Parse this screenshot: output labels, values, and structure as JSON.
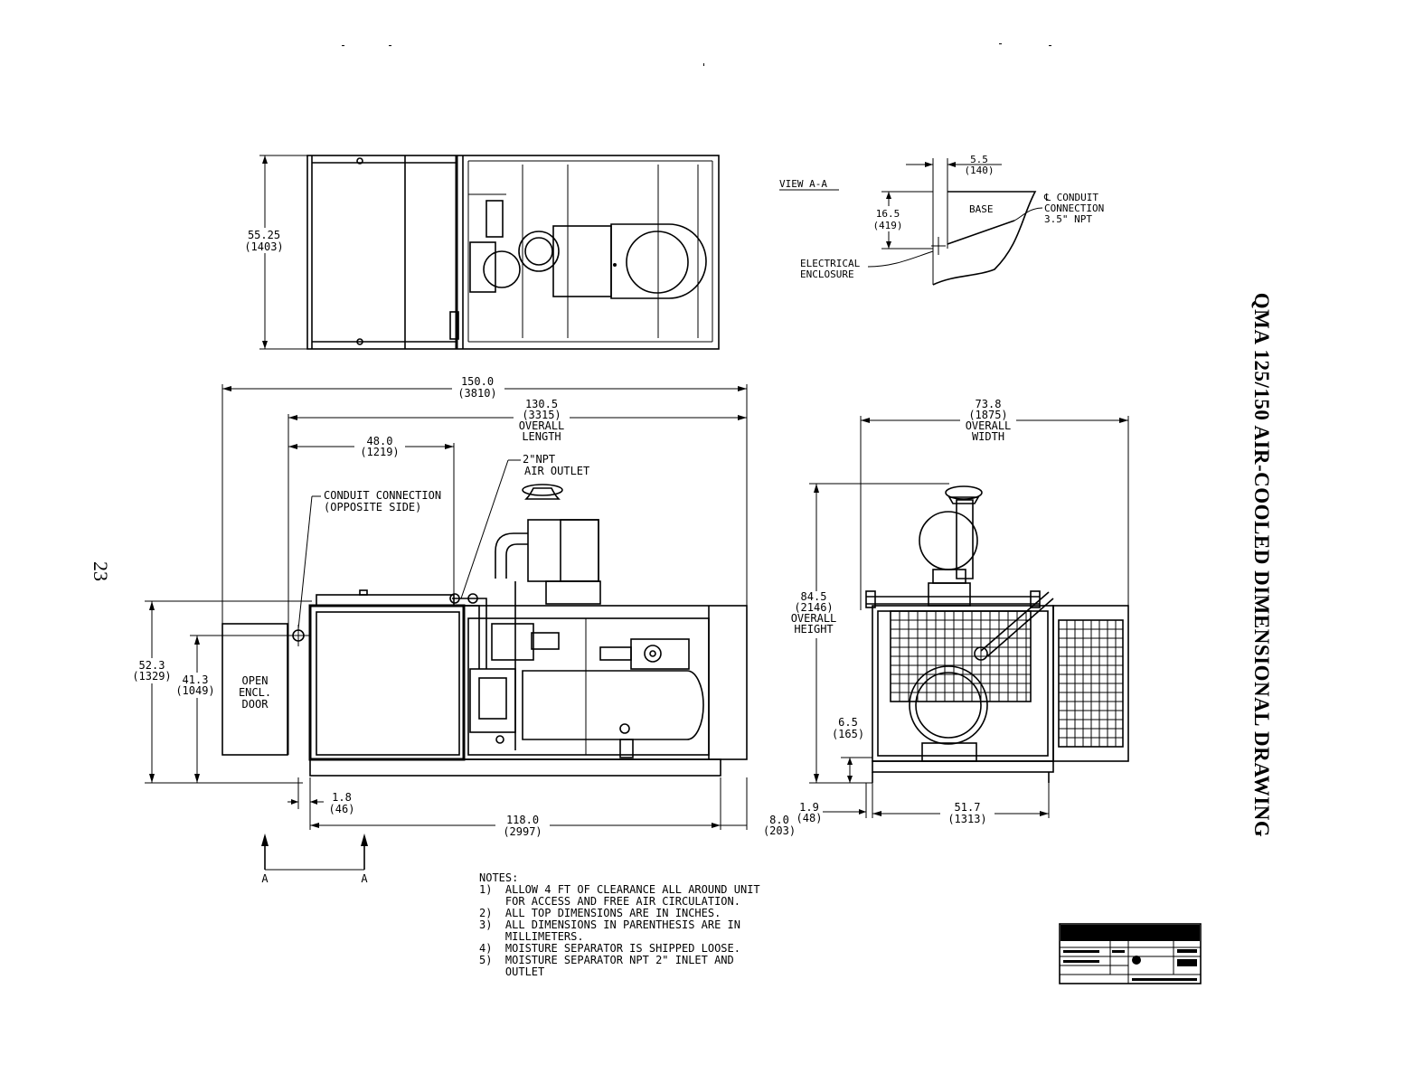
{
  "title": "QMA 125/150 AIR-COOLED DIMENSIONAL DRAWING",
  "page_number": "23",
  "top_view": {
    "width_in": "55.25",
    "width_mm": "(1403)"
  },
  "view_aa": {
    "label": "VIEW A-A",
    "offset_in": "5.5",
    "offset_mm": "(140)",
    "height_in": "16.5",
    "height_mm": "(419)",
    "base_label": "BASE",
    "conduit_l1": "℄ CONDUIT",
    "conduit_l2": "CONNECTION",
    "conduit_l3": "3.5\" NPT",
    "enclosure_l1": "ELECTRICAL",
    "enclosure_l2": "ENCLOSURE"
  },
  "side_view": {
    "total_in": "150.0",
    "total_mm": "(3810)",
    "overall_length_in": "130.5",
    "overall_length_mm": "(3315)",
    "overall_l1": "OVERALL",
    "overall_l2": "LENGTH",
    "dim48_in": "48.0",
    "dim48_mm": "(1219)",
    "outlet_l1": "2\"NPT",
    "outlet_l2": "AIR OUTLET",
    "conduit_l1": "CONDUIT CONNECTION",
    "conduit_l2": "(OPPOSITE SIDE)",
    "height_in": "52.3",
    "height_mm": "(1329)",
    "door_h_in": "41.3",
    "door_h_mm": "(1049)",
    "door_l1": "OPEN",
    "door_l2": "ENCL.",
    "door_l3": "DOOR",
    "dim18_in": "1.8",
    "dim18_mm": "(46)",
    "base_len_in": "118.0",
    "base_len_mm": "(2997)",
    "dim8_in": "8.0",
    "dim8_mm": "(203)",
    "section_a": "A"
  },
  "end_view": {
    "width_in": "73.8",
    "width_mm": "(1875)",
    "width_l1": "OVERALL",
    "width_l2": "WIDTH",
    "height_in": "84.5",
    "height_mm": "(2146)",
    "height_l1": "OVERALL",
    "height_l2": "HEIGHT",
    "dim65_in": "6.5",
    "dim65_mm": "(165)",
    "dim19_in": "1.9",
    "dim19_mm": "(48)",
    "base_w_in": "51.7",
    "base_w_mm": "(1313)"
  },
  "notes": {
    "heading": "NOTES:",
    "lines": [
      "1)  ALLOW 4 FT OF CLEARANCE ALL AROUND UNIT",
      "    FOR ACCESS AND FREE AIR CIRCULATION.",
      "2)  ALL TOP DIMENSIONS ARE IN INCHES.",
      "3)  ALL DIMENSIONS IN PARENTHESIS ARE IN",
      "    MILLIMETERS.",
      "4)  MOISTURE SEPARATOR IS SHIPPED LOOSE.",
      "5)  MOISTURE SEPARATOR NPT 2\" INLET AND",
      "    OUTLET"
    ]
  }
}
